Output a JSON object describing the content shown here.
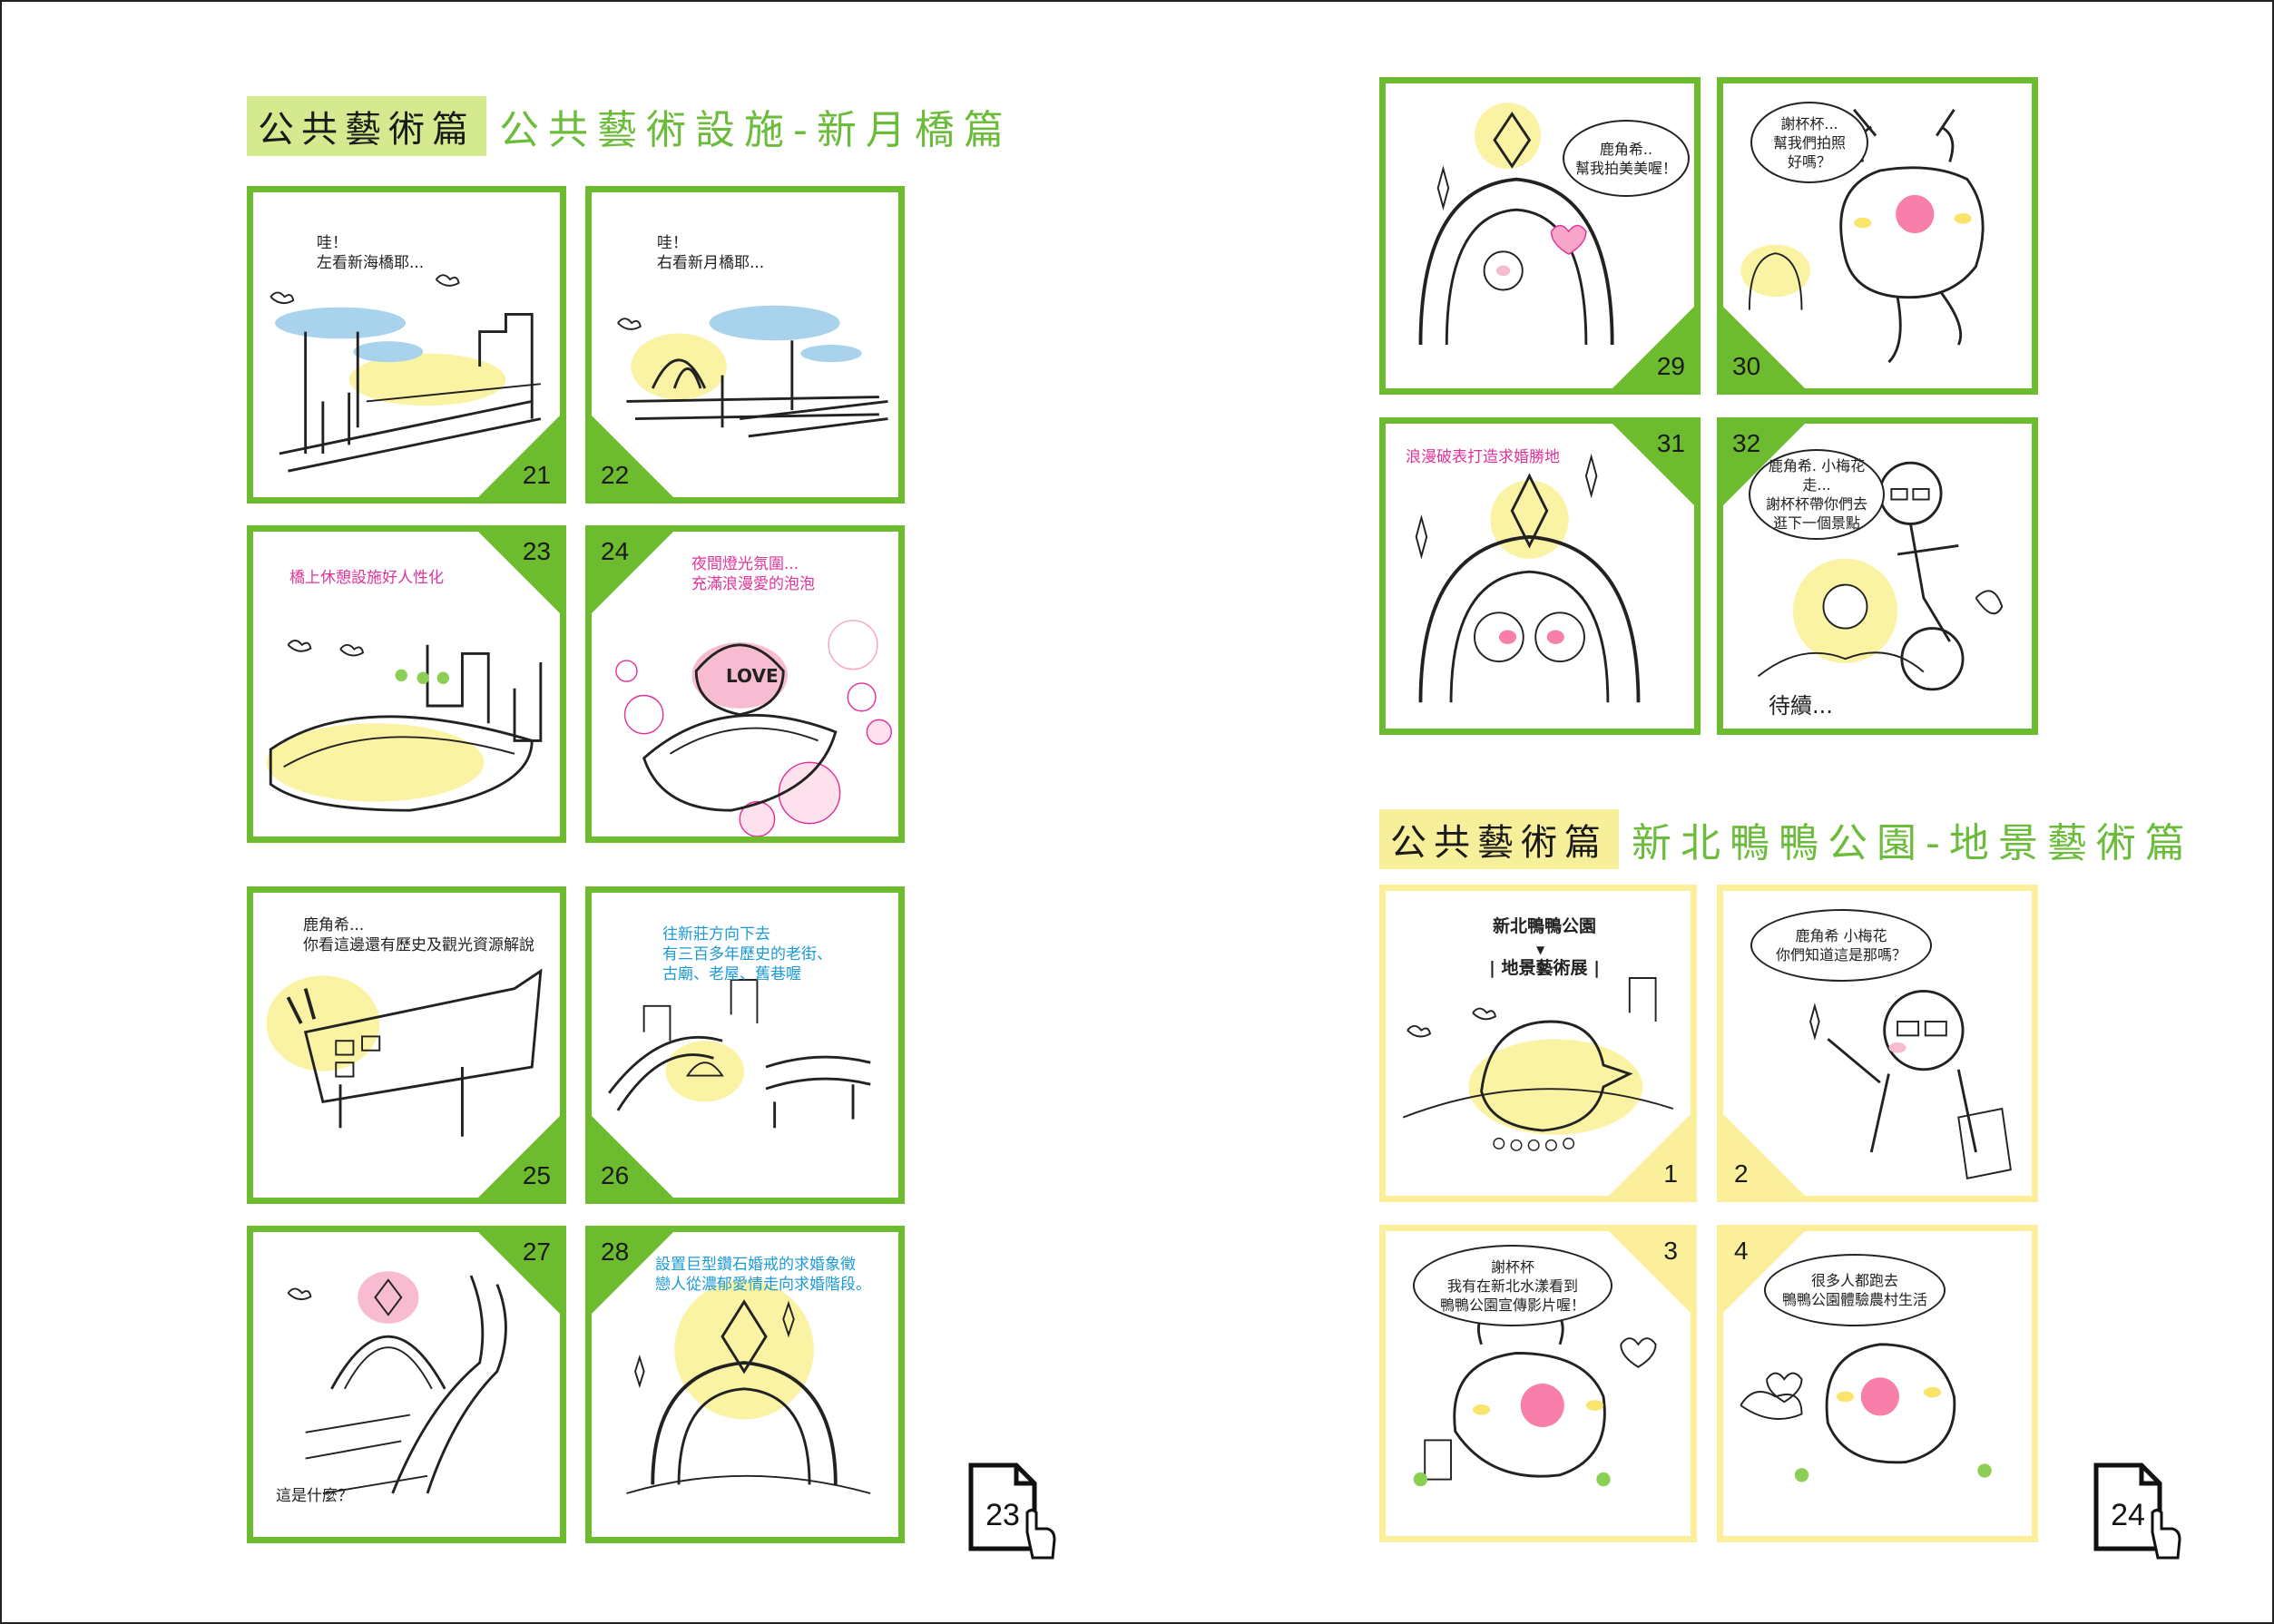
{
  "left": {
    "header_tag": "公共藝術篇",
    "header_title": "公共藝術設施-新月橋篇",
    "panels": [
      {
        "num": "21",
        "caption": "哇！\n左看新海橋耶..."
      },
      {
        "num": "22",
        "caption": "哇！\n右看新月橋耶..."
      },
      {
        "num": "23",
        "caption": "橋上休憩設施好人性化"
      },
      {
        "num": "24",
        "caption": "夜間燈光氛圍...\n充滿浪漫愛的泡泡",
        "art_text": "LOVE"
      },
      {
        "num": "25",
        "caption": "鹿角希...\n你看這邊還有歷史及觀光資源解說"
      },
      {
        "num": "26",
        "caption": "往新莊方向下去\n有三百多年歷史的老街、\n古廟、老屋、舊巷喔"
      },
      {
        "num": "27",
        "caption": "這是什麼？"
      },
      {
        "num": "28",
        "caption": "設置巨型鑽石婚戒的求婚象徵\n戀人從濃郁愛情走向求婚階段。"
      }
    ],
    "page_number": "23"
  },
  "right": {
    "panels_top": [
      {
        "num": "29",
        "bubble": "鹿角希..\n幫我拍美美喔！"
      },
      {
        "num": "30",
        "bubble": "謝杯杯...\n幫我們拍照\n好嗎？"
      },
      {
        "num": "31",
        "caption": "浪漫破表打造求婚勝地"
      },
      {
        "num": "32",
        "bubble": "鹿角希. 小梅花\n走...\n謝杯杯帶你們去\n逛下一個景點",
        "footer": "待續..."
      }
    ],
    "header_tag": "公共藝術篇",
    "header_title": "新北鴨鴨公園-地景藝術篇",
    "panels_bottom": [
      {
        "num": "1",
        "title_line1": "新北鴨鴨公園",
        "title_arrow": "▼",
        "title_line2": "| 地景藝術展 |"
      },
      {
        "num": "2",
        "bubble": "鹿角希 小梅花\n你們知道這是那嗎？"
      },
      {
        "num": "3",
        "bubble": "謝杯杯\n我有在新北水漾看到\n鴨鴨公園宣傳影片喔！"
      },
      {
        "num": "4",
        "bubble": "很多人都跑去\n鴨鴨公園體驗農村生活"
      }
    ],
    "page_number": "24"
  },
  "colors": {
    "green": "#6dbb2f",
    "yellow": "#fbef9b",
    "tag_green": "#d5ea8e",
    "tag_yellow": "#f7ef9a",
    "pink": "#e0339a",
    "blue": "#1c9ad6"
  }
}
